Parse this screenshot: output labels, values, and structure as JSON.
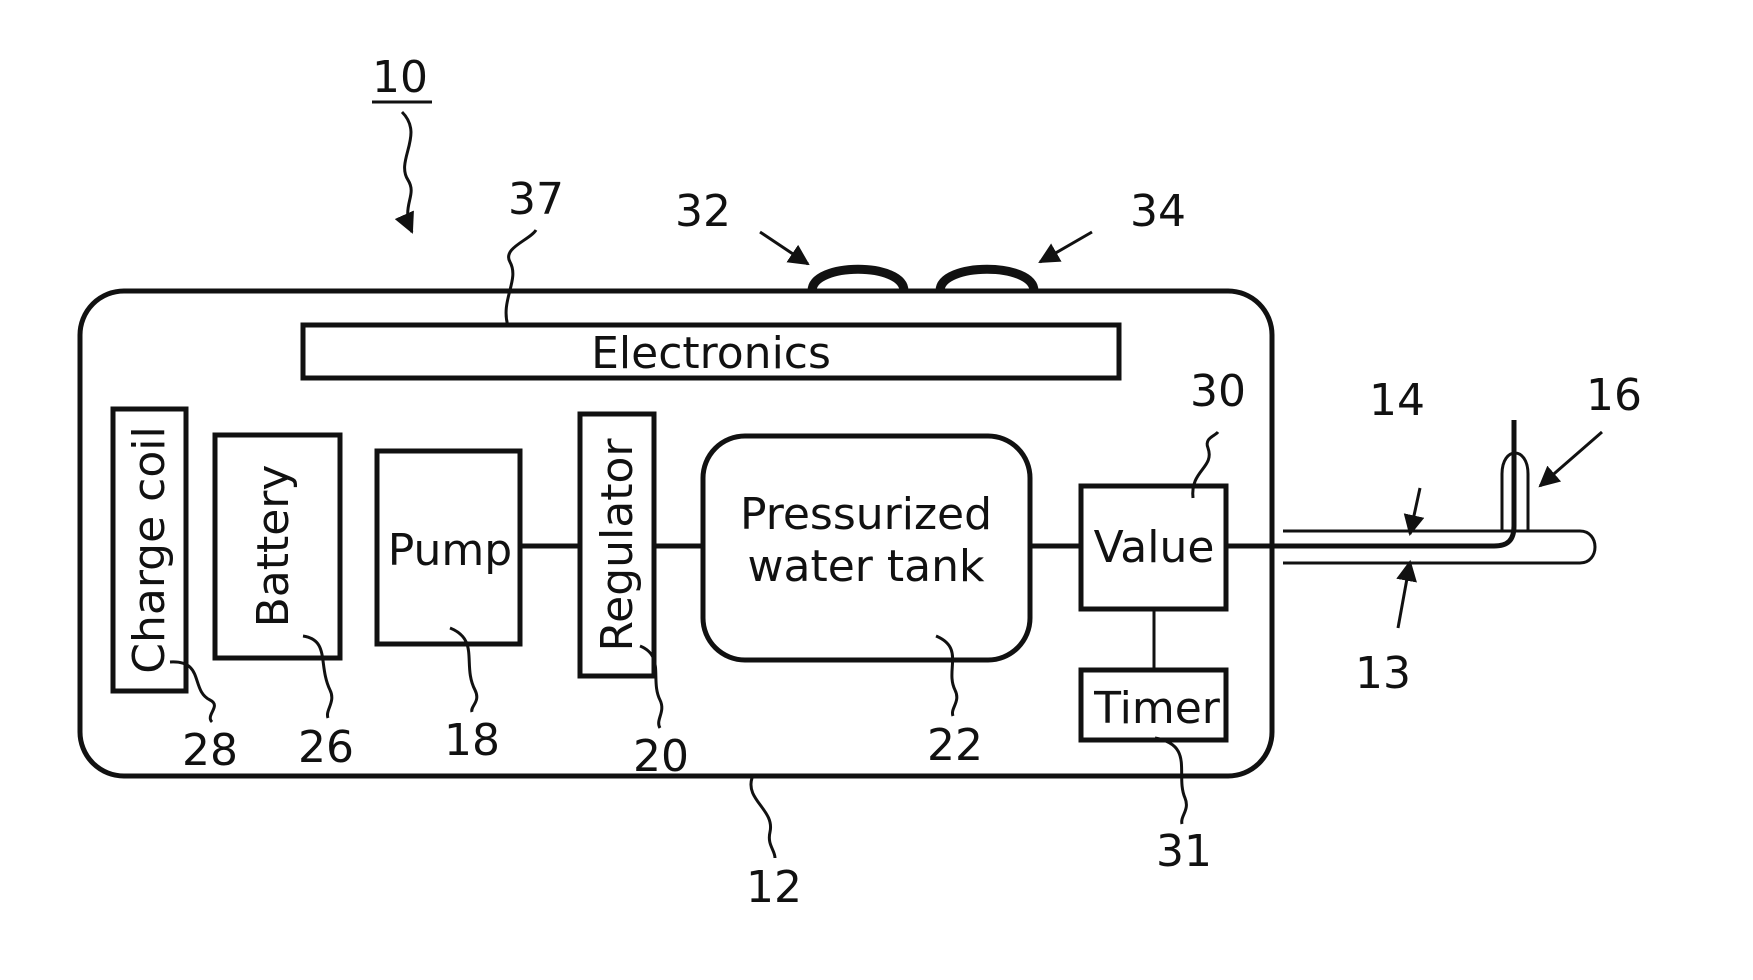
{
  "figure_number": "10",
  "labels": {
    "electronics": "Electronics",
    "charge_coil": "Charge coil",
    "battery": "Battery",
    "pump": "Pump",
    "regulator": "Regulator",
    "tank_line1": "Pressurized",
    "tank_line2": "water tank",
    "valve": "Value",
    "timer": "Timer"
  },
  "refs": {
    "housing": "12",
    "tube_lower": "13",
    "tube_upper": "14",
    "nozzle": "16",
    "pump": "18",
    "regulator": "20",
    "tank": "22",
    "battery": "26",
    "charge_coil": "28",
    "valve": "30",
    "timer": "31",
    "button_left": "32",
    "button_right": "34",
    "electronics": "37"
  }
}
